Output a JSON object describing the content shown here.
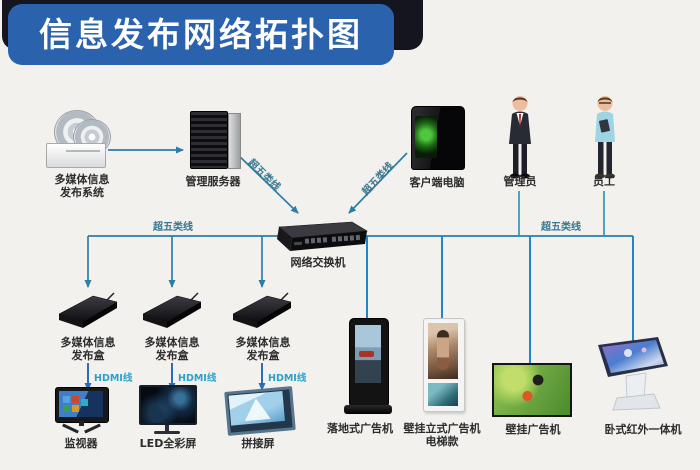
{
  "title": "信息发布网络拓扑图",
  "labels": {
    "cat5e": "超五类线",
    "hdmi": "HDMI线"
  },
  "nodes": {
    "publisher": {
      "line1": "多媒体信息",
      "line2": "发布系统"
    },
    "server": {
      "label": "管理服务器"
    },
    "client": {
      "label": "客户端电脑"
    },
    "admin": {
      "label": "管理员"
    },
    "staff": {
      "label": "员工"
    },
    "switch": {
      "label": "网络交换机"
    },
    "box": {
      "line1": "多媒体信息",
      "line2": "发布盒"
    },
    "monitor": {
      "label": "监视器"
    },
    "led": {
      "label": "LED全彩屏"
    },
    "splice": {
      "label": "拼接屏"
    },
    "floor_ad": {
      "label": "落地式广告机"
    },
    "elevator_ad": {
      "line1": "壁挂立式广告机",
      "line2": "电梯款"
    },
    "wall_ad": {
      "label": "壁挂广告机"
    },
    "kiosk": {
      "label": "卧式红外一体机"
    }
  },
  "colors": {
    "title_bg": "#2a62ae",
    "title_shadow": "#15151f",
    "line_teal": "#2b7ea6",
    "line_blue": "#1f86c8",
    "hdmi_text": "#2aa2c8",
    "label_text": "#2c2c2c"
  }
}
